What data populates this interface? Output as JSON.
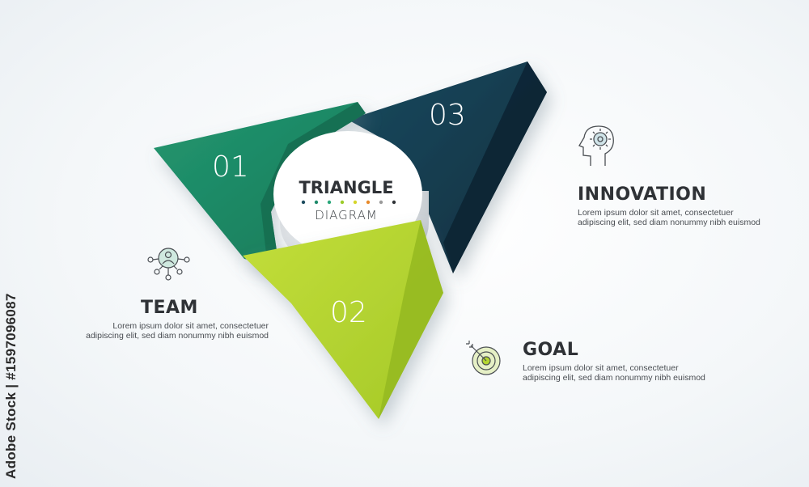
{
  "center": {
    "title": "TRIANGLE",
    "subtitle": "DIAGRAM",
    "dot_colors": [
      "#1c4b5e",
      "#1e8a6a",
      "#2aa77a",
      "#9ccc2a",
      "#d6d62a",
      "#e88a2a",
      "#9a9a9a",
      "#2f3236"
    ]
  },
  "segments": [
    {
      "number": "01",
      "color": "#1f8f6b"
    },
    {
      "number": "02",
      "color": "#b4d630"
    },
    {
      "number": "03",
      "color": "#123a4c"
    }
  ],
  "items": {
    "team": {
      "title": "TEAM",
      "body": "Lorem ipsum dolor sit amet, consectetuer adipiscing elit, sed diam nonummy nibh euismod",
      "icon": "team-network-icon"
    },
    "innovation": {
      "title": "INNOVATION",
      "body": "Lorem ipsum dolor sit amet, consectetuer adipiscing elit, sed diam nonummy nibh euismod",
      "icon": "head-gear-icon"
    },
    "goal": {
      "title": "GOAL",
      "body": "Lorem ipsum dolor sit amet, consectetuer adipiscing elit, sed diam nonummy nibh euismod",
      "icon": "target-arrow-icon"
    }
  },
  "stock_watermark": "Adobe Stock | #1597096087"
}
